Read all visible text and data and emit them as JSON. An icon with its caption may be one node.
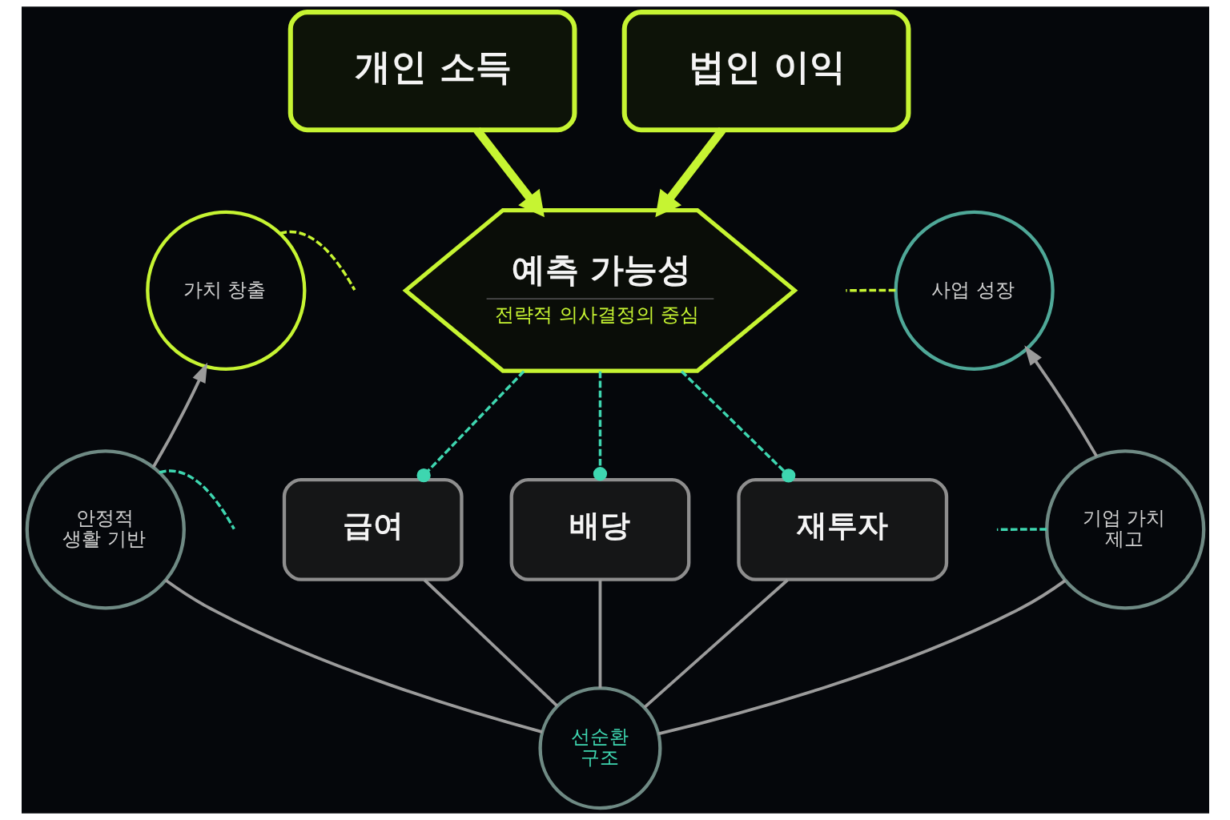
{
  "diagram": {
    "nodes": [
      {
        "text": [
          "개인 소득"
        ]
      },
      {
        "text": [
          "법인 이익"
        ]
      },
      {
        "text": [
          "예측 가능성",
          "전략적 의사결정의 중심"
        ]
      },
      {
        "text": [
          "급여"
        ]
      },
      {
        "text": [
          "배당"
        ]
      },
      {
        "text": [
          "재투자"
        ]
      },
      {
        "text": [
          "가치 창출"
        ]
      },
      {
        "text": [
          "사업 성장"
        ]
      },
      {
        "text": [
          "안정적 생활 기반"
        ]
      },
      {
        "text": [
          "기업 가치 제고"
        ]
      },
      {
        "text": [
          "선순환 구조"
        ]
      }
    ],
    "edges": [
      {
        "from": 0,
        "to": 2,
        "arrow": "to",
        "style": "thick",
        "color": "#c6f432"
      },
      {
        "from": 1,
        "to": 2,
        "arrow": "to",
        "style": "thick",
        "color": "#c6f432"
      },
      {
        "from": 6,
        "to": null,
        "arrow": "none",
        "style": "dashed",
        "color": "#c6f432"
      },
      {
        "from": 7,
        "to": null,
        "arrow": "none",
        "style": "dashed",
        "color": "#c6f432"
      },
      {
        "from": 2,
        "to": 3,
        "arrow": "other",
        "style": "dashed",
        "color": "#3ed6b0"
      },
      {
        "from": 2,
        "to": 4,
        "arrow": "other",
        "style": "dashed",
        "color": "#3ed6b0"
      },
      {
        "from": 2,
        "to": 5,
        "arrow": "other",
        "style": "dashed",
        "color": "#3ed6b0"
      },
      {
        "from": 8,
        "to": 6,
        "arrow": "to"
      },
      {
        "from": 9,
        "to": 7,
        "arrow": "to"
      },
      {
        "from": 8,
        "to": null,
        "arrow": "none",
        "style": "dashed",
        "color": "#3ed6b0"
      },
      {
        "from": 9,
        "to": null,
        "arrow": "none",
        "style": "dashed",
        "color": "#3ed6b0"
      },
      {
        "from": 3,
        "to": 10,
        "arrow": "none"
      },
      {
        "from": 4,
        "to": 10,
        "arrow": "none"
      },
      {
        "from": 5,
        "to": 10,
        "arrow": "none"
      },
      {
        "from": 8,
        "to": 10,
        "arrow": "none"
      },
      {
        "from": 9,
        "to": 10,
        "arrow": "none"
      }
    ]
  }
}
